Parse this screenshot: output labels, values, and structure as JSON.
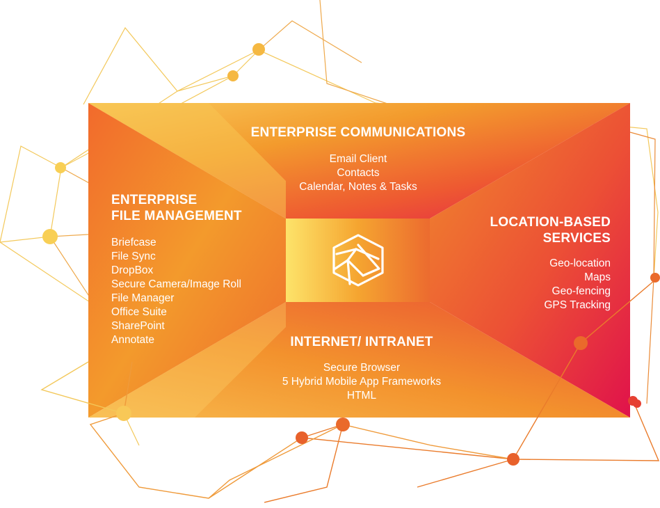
{
  "colors": {
    "orange": "#ef7b2b",
    "deep_orange": "#e8442f",
    "magenta": "#e0124b",
    "yellow": "#fbd15f",
    "network_line_yellow": "#f1c04a",
    "network_line_orange": "#ea7b2b",
    "white": "#ffffff"
  },
  "center_icon": {
    "icon": "hexagon-network-icon"
  },
  "sections": {
    "top": {
      "heading": "ENTERPRISE COMMUNICATIONS",
      "items": [
        "Email Client",
        "Contacts",
        "Calendar, Notes & Tasks"
      ]
    },
    "left": {
      "heading_line1": "ENTERPRISE",
      "heading_line2": "FILE MANAGEMENT",
      "items": [
        "Briefcase",
        "File Sync",
        "DropBox",
        "Secure Camera/Image Roll",
        "File Manager",
        "Office Suite",
        "SharePoint",
        "Annotate"
      ]
    },
    "right": {
      "heading_line1": "LOCATION-BASED",
      "heading_line2": "SERVICES",
      "items": [
        "Geo-location",
        "Maps",
        "Geo-fencing",
        "GPS Tracking"
      ]
    },
    "bottom": {
      "heading": "INTERNET/ INTRANET",
      "items": [
        "Secure Browser",
        "5 Hybrid Mobile App Frameworks",
        "HTML"
      ]
    }
  }
}
